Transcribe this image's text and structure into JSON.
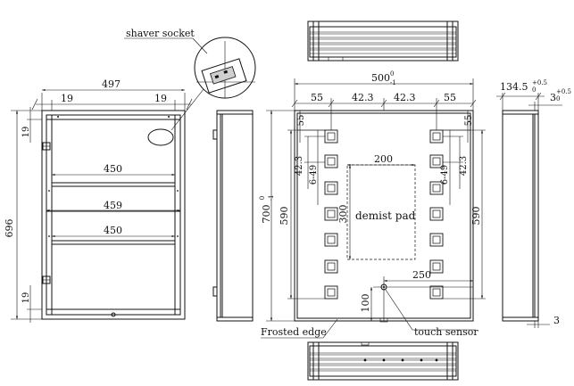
{
  "labels": {
    "shaver_socket": "shaver socket",
    "demist_pad": "demist pad",
    "frosted_edge": "Frosted edge",
    "touch_sensor": "touch sensor"
  },
  "dims": {
    "cabinet_width": "497",
    "side_left": "19",
    "side_right": "19",
    "shelf_1": "450",
    "shelf_2": "459",
    "shelf_3": "450",
    "height": "696",
    "top_19": "19",
    "bottom_19": "19",
    "mirror_width_main": "500",
    "mirror_width_tol": "0",
    "mirror_width_tol2": "-1",
    "mirror_height_main": "700",
    "mirror_height_tol": "0",
    "mirror_height_tol2": "-1",
    "edge_55_left": "55",
    "edge_55_right": "55",
    "gap_42_3_a": "42.3",
    "gap_42_3_b": "42.3",
    "edge_55_top_left": "55",
    "edge_55_top_right": "55",
    "vert_42_3_left": "42.3",
    "vert_42_3_right": "42.3",
    "vert_6_49_left": "6-49",
    "vert_6_49_right": "6-49",
    "pad_width": "200",
    "pad_height": "300",
    "height_590_left": "590",
    "height_590_right": "590",
    "sensor_offset": "250",
    "sensor_height": "100",
    "depth_main": "134.5",
    "depth_tol_top": "+0.5",
    "depth_tol_bottom": "0",
    "frame_main": "3",
    "frame_tol_top": "+0.5",
    "frame_tol_bottom": "0",
    "frame_3_bottom": "3"
  }
}
